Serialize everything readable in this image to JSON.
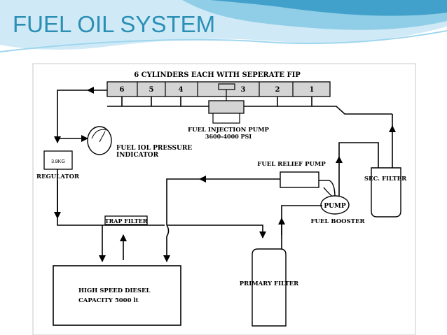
{
  "slide": {
    "title": "FUEL OIL SYSTEM",
    "colors": {
      "title": "#2b8fb5",
      "banner_dark": "#3a9cc6",
      "banner_light": "#cfeaf6"
    }
  },
  "diagram": {
    "header": "6 CYLINDERS EACH WITH SEPERATE FIP",
    "cylinders": [
      "6",
      "5",
      "4",
      "3",
      "2",
      "1"
    ],
    "fuel_injection_pump": "FUEL INJECTION PUMP",
    "fip_pressure": "3600-4000 PSI",
    "gauge_label_1": "FUEL IOL PRESSURE",
    "gauge_label_2": "INDICATOR",
    "regulator_setting": "3.8KG",
    "regulator": "REGULATOR",
    "relief_pump": "FUEL RELIEF PUMP",
    "sec_filter": "SEC. FILTER",
    "pump": "PUMP",
    "fuel_booster": "FUEL BOOSTER",
    "trap_filter": "TRAP FILTER",
    "primary_filter": "PRIMARY FILTER",
    "tank_line_1": "HIGH SPEED DIESEL",
    "tank_line_2": "CAPACITY 5000 lt"
  }
}
